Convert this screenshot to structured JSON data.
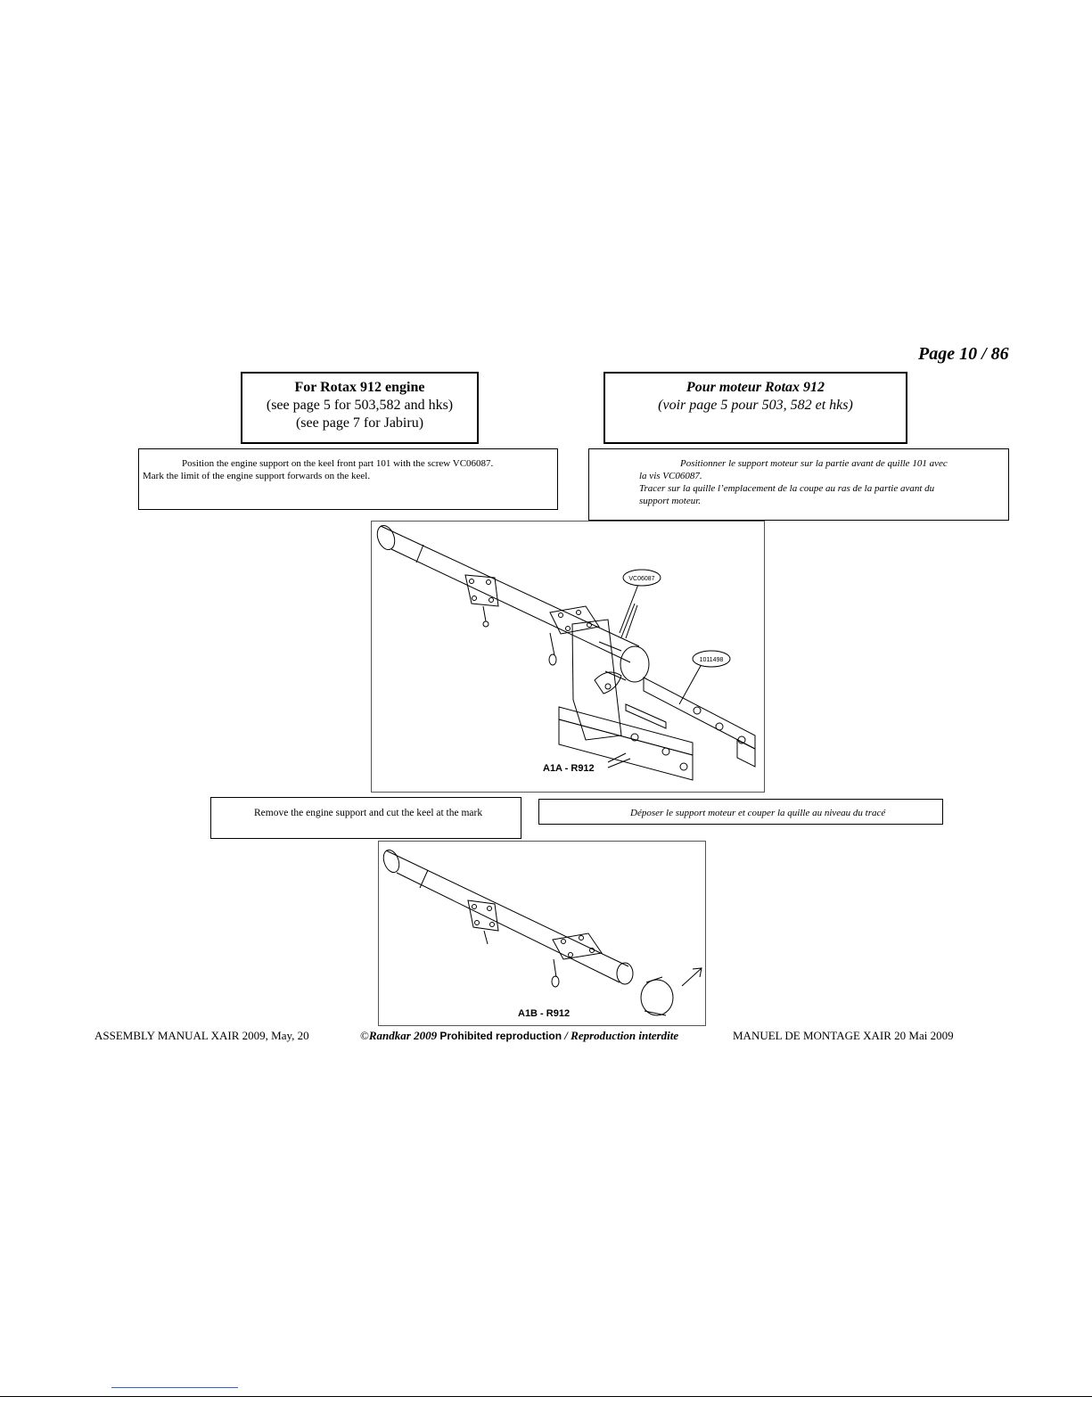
{
  "page_number": "Page 10 / 86",
  "engine_en": {
    "title": "For Rotax 912 engine",
    "line2": "(see page 5 for 503,582 and hks)",
    "line3": "(see page 7 for Jabiru)"
  },
  "engine_fr": {
    "title": "Pour moteur Rotax 912",
    "line2": "(voir page 5 pour 503, 582 et hks)"
  },
  "instr1_en": {
    "line1": "Position the engine support on the keel front part 101 with the screw VC06087.",
    "line2": "Mark the limit of the engine support forwards on the keel."
  },
  "instr1_fr": {
    "line1": "Positionner le support moteur sur la partie avant de quille 101 avec",
    "line2": "la vis VC06087.",
    "line3": "Tracer sur la quille l’emplacement de la coupe au ras de la partie avant du",
    "line4": "support moteur."
  },
  "figure1": {
    "label": "A1A - R912",
    "callout_screw": "VC06087",
    "callout_part": "1011498"
  },
  "instr2_en": "Remove the engine support and cut the keel at the mark",
  "instr2_fr": "Déposer le support moteur et couper la quille au niveau du tracé",
  "figure2": {
    "label": "A1B - R912"
  },
  "footer": {
    "left": "ASSEMBLY MANUAL XAIR 2009, May, 20",
    "copyright_symbol": "©",
    "copyright_brand": "Randkar 2009",
    "prohibited": "Prohibited reproduction",
    "separator": "/",
    "interdite": "Reproduction interdite",
    "right": "MANUEL DE MONTAGE  XAIR  20 Mai 2009"
  }
}
